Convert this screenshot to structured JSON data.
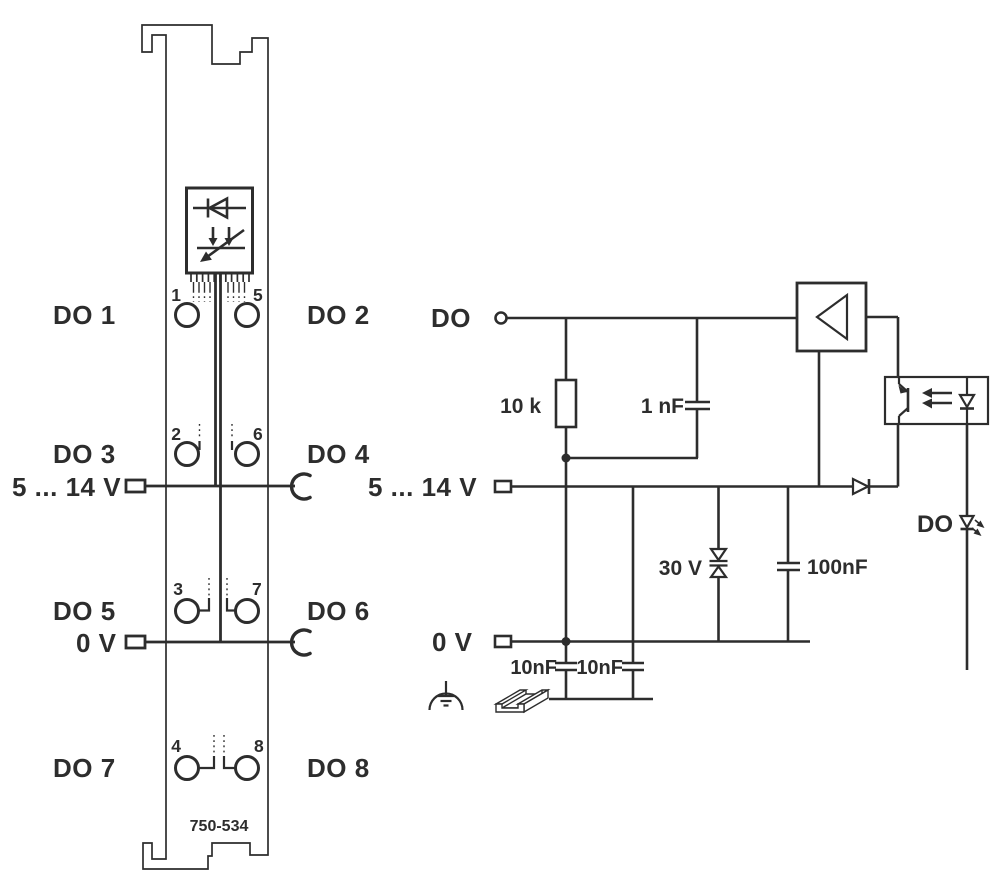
{
  "module": {
    "id_label": "750-534",
    "supply_label": "5 ... 14 V",
    "zero_label": "0 V",
    "rows": [
      {
        "left": "DO 1",
        "right": "DO 2",
        "left_num": "1",
        "right_num": "5"
      },
      {
        "left": "DO 3",
        "right": "DO 4",
        "left_num": "2",
        "right_num": "6"
      },
      {
        "left": "DO 5",
        "right": "DO 6",
        "left_num": "3",
        "right_num": "7"
      },
      {
        "left": "DO 7",
        "right": "DO 8",
        "left_num": "4",
        "right_num": "8"
      }
    ]
  },
  "schematic": {
    "input_label": "DO",
    "supply_label": "5 ... 14 V",
    "zero_label": "0 V",
    "resistor_value": "10 k",
    "input_cap_value": "1 nF",
    "tvs_value": "30 V",
    "supply_cap_value": "100nF",
    "fe_cap1_value": "10nF",
    "fe_cap2_value": "10nF",
    "status_led_label": "DO"
  },
  "colors": {
    "line": "#2d2d2d",
    "background": "#ffffff"
  }
}
